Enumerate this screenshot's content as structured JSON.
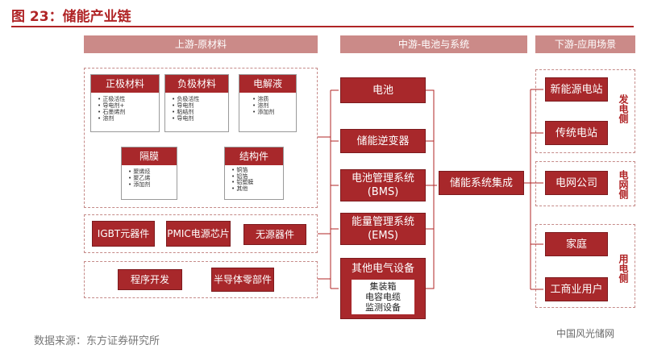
{
  "figure": {
    "title": "图 23：储能产业链"
  },
  "headers": {
    "upstream": "上游-原材料",
    "midstream": "中游-电池与系统",
    "downstream": "下游-应用场景"
  },
  "upstream": {
    "cathode": {
      "title": "正极材料",
      "items": [
        "正极活性",
        "导电剂+",
        "石墨烯剂",
        "溶剂"
      ]
    },
    "anode": {
      "title": "负极材料",
      "items": [
        "负极活性",
        "导电剂",
        "粘结剂",
        "导电剂"
      ]
    },
    "electrolyte": {
      "title": "电解液",
      "items": [
        "溶质",
        "溶剂",
        "添加剂"
      ]
    },
    "separator": {
      "title": "隔膜",
      "items": [
        "聚烯烃",
        "聚乙烯",
        "添加剂"
      ]
    },
    "structure": {
      "title": "结构件",
      "items": [
        "铜箔",
        "铝箔",
        "铝塑膜",
        "其他"
      ]
    },
    "row2": [
      "IGBT元器件",
      "PMIC电源芯片",
      "无源器件"
    ],
    "row3": [
      "程序开发",
      "半导体零部件"
    ]
  },
  "midstream": {
    "battery": "电池",
    "pcs": "储能逆变器",
    "bms": "电池管理系统(BMS)",
    "ems": "能量管理系统(EMS)",
    "other_electrical": "其他电气设备",
    "other_items": [
      "集装箱",
      "电容电缆",
      "监测设备"
    ],
    "integration": "储能系统集成"
  },
  "downstream": {
    "generation": {
      "label": "发电侧",
      "items": [
        "新能源电站",
        "传统电站"
      ]
    },
    "grid": {
      "label": "电网侧",
      "items": [
        "电网公司"
      ]
    },
    "user": {
      "label": "用电侧",
      "items": [
        "家庭",
        "工商业用户"
      ]
    }
  },
  "footer": {
    "source": "数据来源：东方证券研究所",
    "watermark": "中国风光储网"
  },
  "colors": {
    "primary": "#a8282b",
    "header": "#cb8a88",
    "dash": "#c58a88",
    "title": "#b02426"
  }
}
